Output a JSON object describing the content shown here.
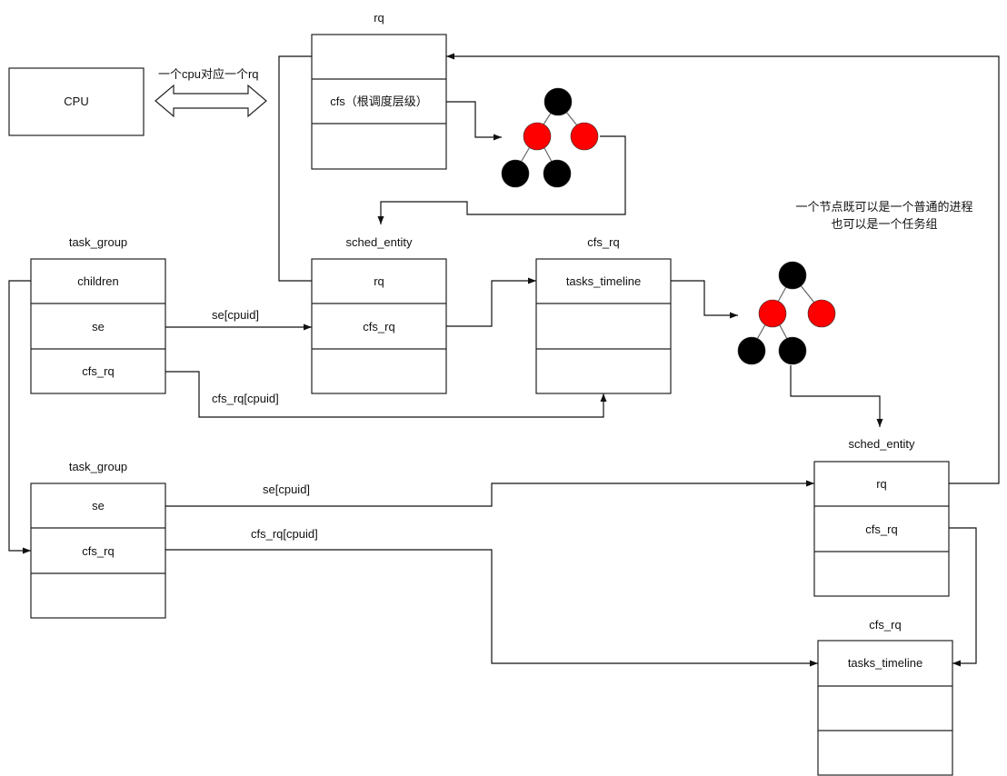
{
  "cpu": {
    "label": "CPU"
  },
  "cpu_rq_note": "一个cpu对应一个rq",
  "rq": {
    "title": "rq",
    "cfs_row": "cfs（根调度层级）"
  },
  "sched_entity_1": {
    "title": "sched_entity",
    "rows": [
      "rq",
      "cfs_rq",
      ""
    ]
  },
  "cfs_rq_1": {
    "title": "cfs_rq",
    "rows": [
      "tasks_timeline",
      "",
      ""
    ]
  },
  "task_group_1": {
    "title": "task_group",
    "rows": [
      "children",
      "se",
      "cfs_rq"
    ]
  },
  "task_group_2": {
    "title": "task_group",
    "rows": [
      "se",
      "cfs_rq",
      ""
    ]
  },
  "sched_entity_2": {
    "title": "sched_entity",
    "rows": [
      "rq",
      "cfs_rq",
      ""
    ]
  },
  "cfs_rq_2": {
    "title": "cfs_rq",
    "rows": [
      "tasks_timeline",
      "",
      ""
    ]
  },
  "edge_labels": {
    "se_cpuid_1": "se[cpuid]",
    "cfs_rq_cpuid_1": "cfs_rq[cpuid]",
    "se_cpuid_2": "se[cpuid]",
    "cfs_rq_cpuid_2": "cfs_rq[cpuid]"
  },
  "node_note": {
    "line1": "一个节点既可以是一个普通的进程",
    "line2": "也可以是一个任务组"
  },
  "colors": {
    "red_node": "#ff0000",
    "black_node": "#000000"
  }
}
